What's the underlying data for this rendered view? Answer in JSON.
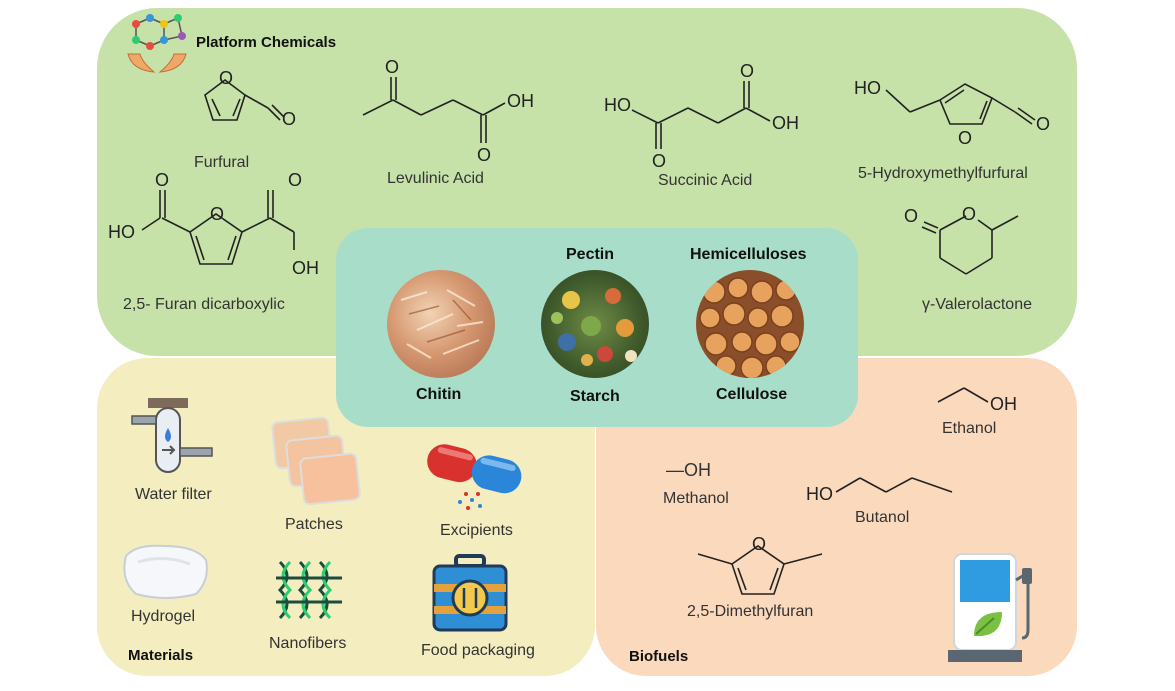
{
  "sections": {
    "platform": "Platform Chemicals",
    "materials": "Materials",
    "biofuels": "Biofuels"
  },
  "biomass": {
    "pectin": "Pectin",
    "hemicelluloses": "Hemicelluloses",
    "chitin": "Chitin",
    "starch": "Starch",
    "cellulose": "Cellulose"
  },
  "chemicals": {
    "furfural": "Furfural",
    "levulinic": "Levulinic Acid",
    "succinic": "Succinic Acid",
    "hmf": "5-Hydroxymethylfurfural",
    "fdca": "2,5- Furan dicarboxylic",
    "gvl": "γ-Valerolactone"
  },
  "materials": {
    "water_filter": "Water filter",
    "patches": "Patches",
    "excipients": "Excipients",
    "hydrogel": "Hydrogel",
    "nanofibers": "Nanofibers",
    "food_packaging": "Food packaging"
  },
  "biofuels": {
    "ethanol": "Ethanol",
    "methanol": "Methanol",
    "butanol": "Butanol",
    "dmf": "2,5-Dimethylfuran"
  },
  "atoms": {
    "o": "O",
    "oh": "OH",
    "ho": "HO",
    "methanol_formula": "—OH"
  },
  "icons": [
    "molecule-hands-icon",
    "water-filter-icon",
    "patches-icon",
    "capsule-icon",
    "hydrogel-icon",
    "nanofibers-icon",
    "food-packaging-icon",
    "fuel-pump-icon"
  ],
  "colors": {
    "green": "#c6e2a9",
    "yellow": "#f3edbf",
    "peach": "#fbd9bd",
    "teal": "#a8dec9"
  }
}
